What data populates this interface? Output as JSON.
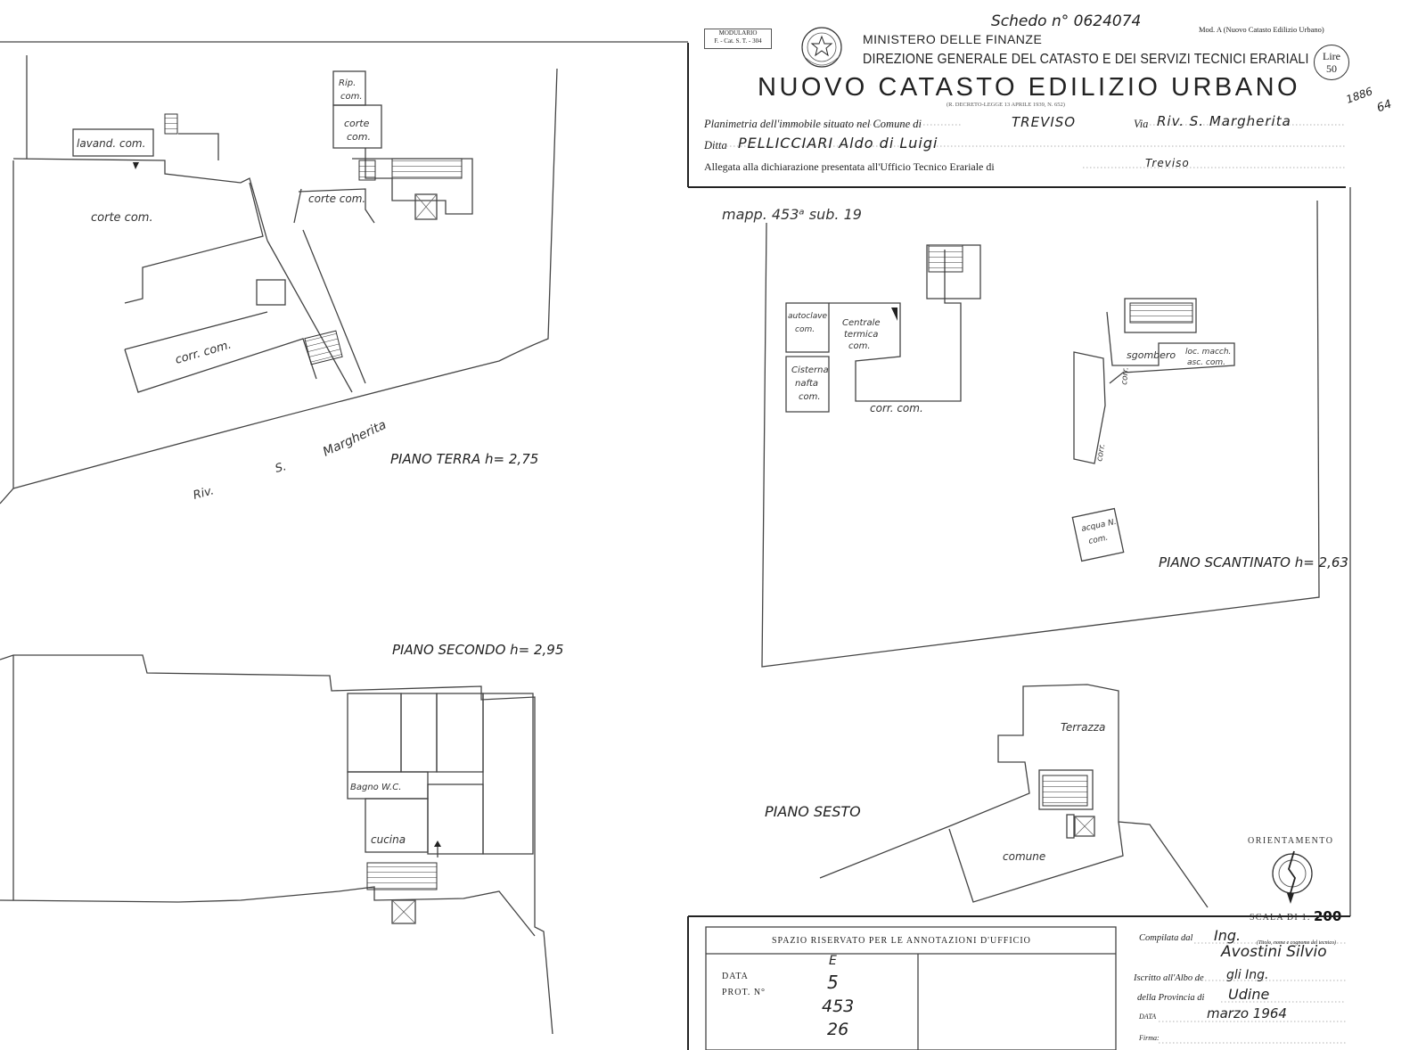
{
  "header": {
    "scheda": "Schedo n° 0624074",
    "modulario_line1": "MODULARIO",
    "modulario_line2": "F. - Cat. S. T. - 304",
    "mod_a": "Mod. A (Nuovo Catasto Edilizio Urbano)",
    "ministero": "MINISTERO DELLE FINANZE",
    "direzione": "DIREZIONE GENERALE DEL CATASTO E DEI SERVIZI TECNICI ERARIALI",
    "title": "NUOVO CATASTO EDILIZIO URBANO",
    "decreto": "(R. DECRETO-LEGGE 13 APRILE 1939, N. 652)",
    "lire_label": "Lire",
    "lire_value": "50",
    "corner_note_1": "1886",
    "corner_note_2": "64"
  },
  "form": {
    "planimetria_label": "Planimetria dell'immobile situato nel Comune di",
    "comune": "TREVISO",
    "via_label": "Via",
    "via": "Riv. S. Margherita",
    "ditta_label": "Ditta",
    "ditta": "PELLICCIARI Aldo di Luigi",
    "allegata_label": "Allegata alla dichiarazione presentata all'Ufficio Tecnico Erariale di",
    "ufficio": "Treviso"
  },
  "mappale": "mapp. 453ᵃ sub. 19",
  "plans": {
    "terra": {
      "caption": "PIANO TERRA h= 2,75",
      "labels": {
        "lavanderia": "lavand. com.",
        "corte1": "corte com.",
        "corte2": "corte com.",
        "corte3_line1": "corte",
        "corte3_line2": "com.",
        "rip_line1": "Rip.",
        "rip_line2": "com.",
        "corridoio": "corr. com.",
        "street_1": "Riv.",
        "street_2": "S.",
        "street_3": "Margherita"
      }
    },
    "scantinato": {
      "caption": "PIANO SCANTINATO h= 2,63",
      "labels": {
        "autoclave_line1": "autoclave",
        "autoclave_line2": "com.",
        "centrale_line1": "Centrale",
        "centrale_line2": "termica",
        "centrale_line3": "com.",
        "cisterna_line1": "Cisterna",
        "cisterna_line2": "nafta",
        "cisterna_line3": "com.",
        "corridoio": "corr. com.",
        "sgombero": "sgombero",
        "locale_line1": "loc. macch.",
        "locale_line2": "asc. com.",
        "corr_v1": "corr.",
        "corr_v2": "corr.",
        "acqua_line1": "acqua N.",
        "acqua_line2": "com."
      }
    },
    "secondo": {
      "caption": "PIANO SECONDO h= 2,95",
      "labels": {
        "bagno": "Bagno W.C.",
        "cucina": "cucina"
      }
    },
    "sesto": {
      "caption": "PIANO SESTO",
      "labels": {
        "terrazza": "Terrazza",
        "comune": "comune"
      }
    }
  },
  "orientamento": {
    "label": "ORIENTAMENTO",
    "scala_label": "SCALA DI 1:",
    "scala_value": "200"
  },
  "office_box": {
    "title": "SPAZIO RISERVATO PER LE ANNOTAZIONI D'UFFICIO",
    "data_label": "DATA",
    "prot_label": "PROT. N°",
    "hand_1": "E",
    "hand_2": "5",
    "hand_3": "453",
    "hand_4": "26"
  },
  "compilazione": {
    "compilata_label": "Compilata dal",
    "compilata_value": "Ing.",
    "compilata_note": "(Titolo, nome e cognome del tecnico)",
    "tecnico": "Avostini Silvio",
    "iscritto_label": "Iscritto all'Albo de",
    "iscritto_value": "gli Ing.",
    "provincia_label": "della Provincia di",
    "provincia_value": "Udine",
    "data_label": "DATA",
    "data_value": "marzo 1964",
    "firma_label": "Firma:"
  }
}
